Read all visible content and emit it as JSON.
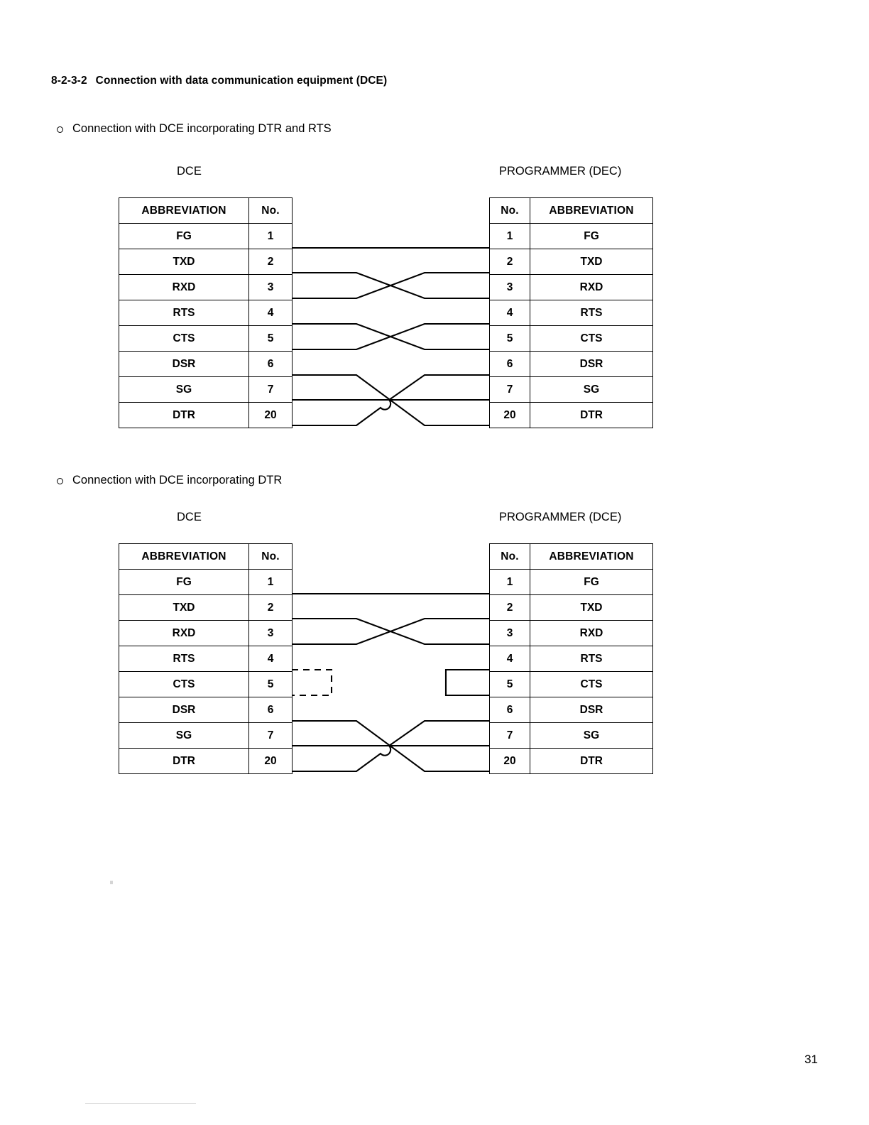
{
  "page": {
    "number": "31",
    "section_number": "8-2-3-2",
    "section_title": "Connection with data communication equipment (DCE)"
  },
  "diagrams": [
    {
      "bullet_label": "Connection with DCE incorporating DTR and RTS",
      "left_caption": "DCE",
      "right_caption": "PROGRAMMER (DEC)",
      "left_table": {
        "headers": [
          "ABBREVIATION",
          "No."
        ],
        "rows": [
          {
            "abbr": "FG",
            "no": "1"
          },
          {
            "abbr": "TXD",
            "no": "2"
          },
          {
            "abbr": "RXD",
            "no": "3"
          },
          {
            "abbr": "RTS",
            "no": "4"
          },
          {
            "abbr": "CTS",
            "no": "5"
          },
          {
            "abbr": "DSR",
            "no": "6"
          },
          {
            "abbr": "SG",
            "no": "7"
          },
          {
            "abbr": "DTR",
            "no": "20"
          }
        ]
      },
      "right_table": {
        "headers": [
          "No.",
          "ABBREVIATION"
        ],
        "rows": [
          {
            "no": "1",
            "abbr": "FG"
          },
          {
            "no": "2",
            "abbr": "TXD"
          },
          {
            "no": "3",
            "abbr": "RXD"
          },
          {
            "no": "4",
            "abbr": "RTS"
          },
          {
            "no": "5",
            "abbr": "CTS"
          },
          {
            "no": "6",
            "abbr": "DSR"
          },
          {
            "no": "7",
            "abbr": "SG"
          },
          {
            "no": "20",
            "abbr": "DTR"
          }
        ]
      },
      "connections": [
        {
          "left_pin": "1",
          "right_pin": "1",
          "type": "straight"
        },
        {
          "left_pin": "2",
          "right_pin": "3",
          "type": "cross"
        },
        {
          "left_pin": "3",
          "right_pin": "2",
          "type": "cross"
        },
        {
          "left_pin": "4",
          "right_pin": "5",
          "type": "cross"
        },
        {
          "left_pin": "5",
          "right_pin": "4",
          "type": "cross"
        },
        {
          "left_pin": "6",
          "right_pin": "20",
          "type": "cross"
        },
        {
          "left_pin": "7",
          "right_pin": "7",
          "type": "straight"
        },
        {
          "left_pin": "20",
          "right_pin": "6",
          "type": "cross-hop"
        }
      ]
    },
    {
      "bullet_label": "Connection with DCE incorporating DTR",
      "left_caption": "DCE",
      "right_caption": "PROGRAMMER (DCE)",
      "left_table": {
        "headers": [
          "ABBREVIATION",
          "No."
        ],
        "rows": [
          {
            "abbr": "FG",
            "no": "1"
          },
          {
            "abbr": "TXD",
            "no": "2"
          },
          {
            "abbr": "RXD",
            "no": "3"
          },
          {
            "abbr": "RTS",
            "no": "4"
          },
          {
            "abbr": "CTS",
            "no": "5"
          },
          {
            "abbr": "DSR",
            "no": "6"
          },
          {
            "abbr": "SG",
            "no": "7"
          },
          {
            "abbr": "DTR",
            "no": "20"
          }
        ]
      },
      "right_table": {
        "headers": [
          "No.",
          "ABBREVIATION"
        ],
        "rows": [
          {
            "no": "1",
            "abbr": "FG"
          },
          {
            "no": "2",
            "abbr": "TXD"
          },
          {
            "no": "3",
            "abbr": "RXD"
          },
          {
            "no": "4",
            "abbr": "RTS"
          },
          {
            "no": "5",
            "abbr": "CTS"
          },
          {
            "no": "6",
            "abbr": "DSR"
          },
          {
            "no": "7",
            "abbr": "SG"
          },
          {
            "no": "20",
            "abbr": "DTR"
          }
        ]
      },
      "connections": [
        {
          "left_pin": "1",
          "right_pin": "1",
          "type": "straight"
        },
        {
          "left_pin": "2",
          "right_pin": "3",
          "type": "cross"
        },
        {
          "left_pin": "3",
          "right_pin": "2",
          "type": "cross"
        },
        {
          "left_pin": "4",
          "right_pin": "5",
          "type": "loopback-dashed",
          "side": "left"
        },
        {
          "left_pin": "4",
          "right_pin": "5",
          "type": "loopback-solid",
          "side": "right"
        },
        {
          "left_pin": "6",
          "right_pin": "20",
          "type": "cross"
        },
        {
          "left_pin": "7",
          "right_pin": "7",
          "type": "straight"
        },
        {
          "left_pin": "20",
          "right_pin": "6",
          "type": "cross-hop"
        }
      ]
    }
  ]
}
